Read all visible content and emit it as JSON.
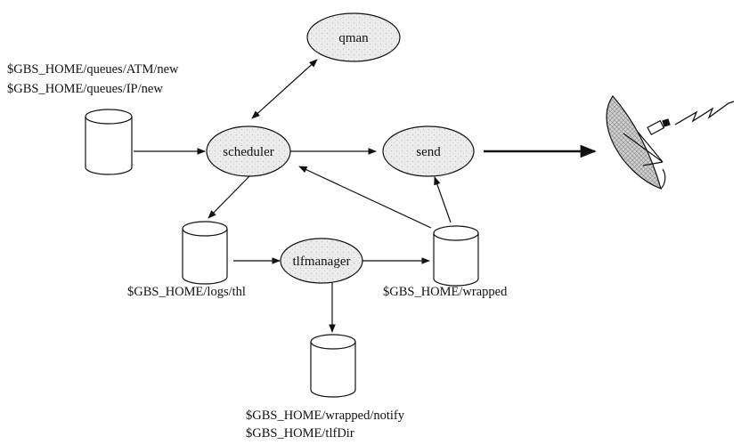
{
  "processes": {
    "qman": "qman",
    "scheduler": "scheduler",
    "send": "send",
    "tlfmanager": "tlfmanager"
  },
  "paths": {
    "queues_atm": "$GBS_HOME/queues/ATM/new",
    "queues_ip": "$GBS_HOME/queues/IP/new",
    "logs_thl": "$GBS_HOME/logs/thl",
    "wrapped": "$GBS_HOME/wrapped",
    "wrapped_notify": "$GBS_HOME/wrapped/notify",
    "tlf_dir": "$GBS_HOME/tlfDir"
  },
  "icons": {
    "storage": "database-cylinder-icon",
    "antenna": "satellite-dish-icon"
  },
  "colors": {
    "node_fill": "#e9e9e9",
    "stroke": "#111111"
  }
}
